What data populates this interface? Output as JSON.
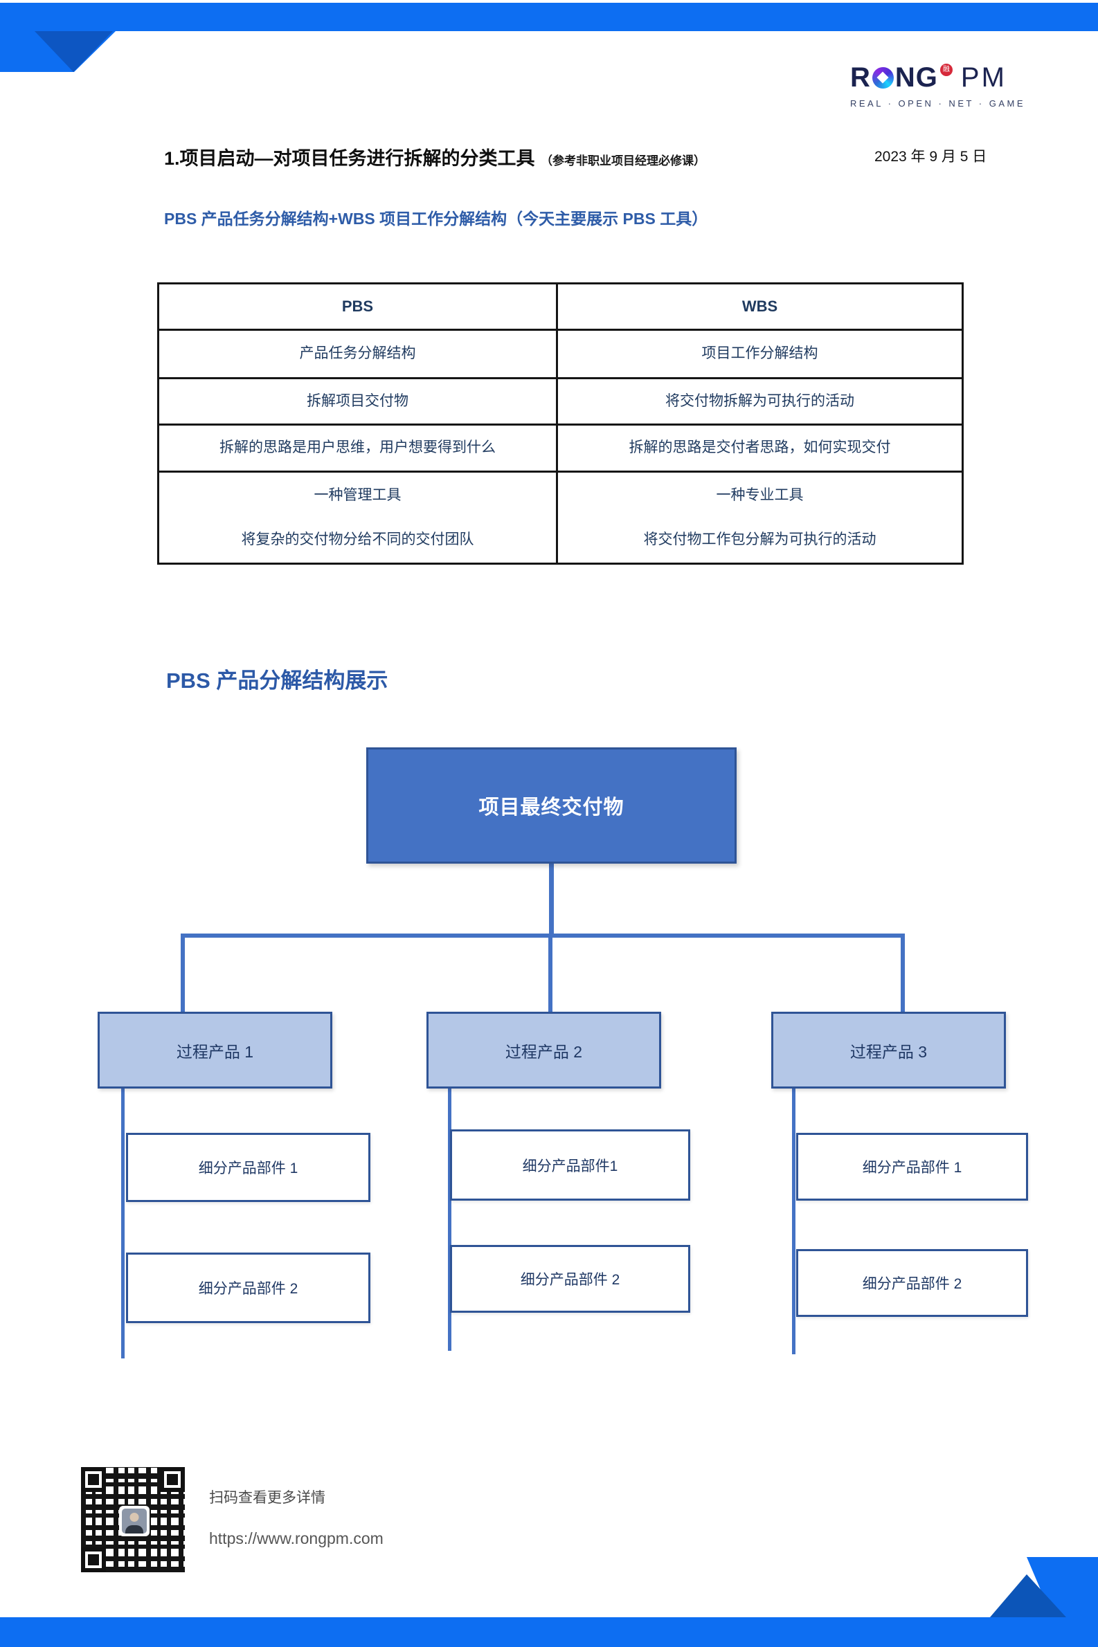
{
  "logo": {
    "word_start": "R",
    "word_end": "NG",
    "o_icon": "gradient-ring",
    "badge_glyph": "融",
    "word_pm": "PM",
    "tagline": "REAL · OPEN · NET · GAME",
    "badge_color": "#d6293a",
    "text_color": "#1b2350"
  },
  "header": {
    "title": "1.项目启动—对项目任务进行拆解的分类工具",
    "title_note": "（参考非职业项目经理必修课）",
    "date": "2023 年 9 月 5 日",
    "subtitle": "PBS 产品任务分解结构+WBS 项目工作分解结构（今天主要展示 PBS 工具）"
  },
  "comparison_table": {
    "headers": {
      "left": "PBS",
      "right": "WBS"
    },
    "rows": [
      {
        "left": "产品任务分解结构",
        "right": "项目工作分解结构"
      },
      {
        "left": "拆解项目交付物",
        "right": "将交付物拆解为可执行的活动"
      },
      {
        "left": "拆解的思路是用户思维，用户想要得到什么",
        "right": "拆解的思路是交付者思路，如何实现交付"
      },
      {
        "left": "一种管理工具",
        "right": "一种专业工具"
      },
      {
        "left": "将复杂的交付物分给不同的交付团队",
        "right": "将交付物工作包分解为可执行的活动"
      }
    ]
  },
  "pbs_section": {
    "title": "PBS 产品分解结构展示",
    "tree": {
      "root": "项目最终交付物",
      "children": [
        {
          "label": "过程产品 1",
          "parts": [
            "细分产品部件 1",
            "细分产品部件 2"
          ]
        },
        {
          "label": "过程产品 2",
          "parts": [
            "细分产品部件1",
            "细分产品部件 2"
          ]
        },
        {
          "label": "过程产品 3",
          "parts": [
            "细分产品部件 1",
            "细分产品部件 2"
          ]
        }
      ]
    }
  },
  "footer": {
    "qr_caption": "扫码查看更多详情",
    "url": "https://www.rongpm.com"
  },
  "colors": {
    "accent_blue": "#0d6ef2",
    "accent_blue_dark": "#0d56c2",
    "root_node_fill": "#4472c4",
    "node_border": "#2f5496",
    "child_node_fill": "#b4c7e7",
    "connector": "#4472c4",
    "table_text": "#1f3a5f",
    "title_blue": "#2e5ca8"
  }
}
